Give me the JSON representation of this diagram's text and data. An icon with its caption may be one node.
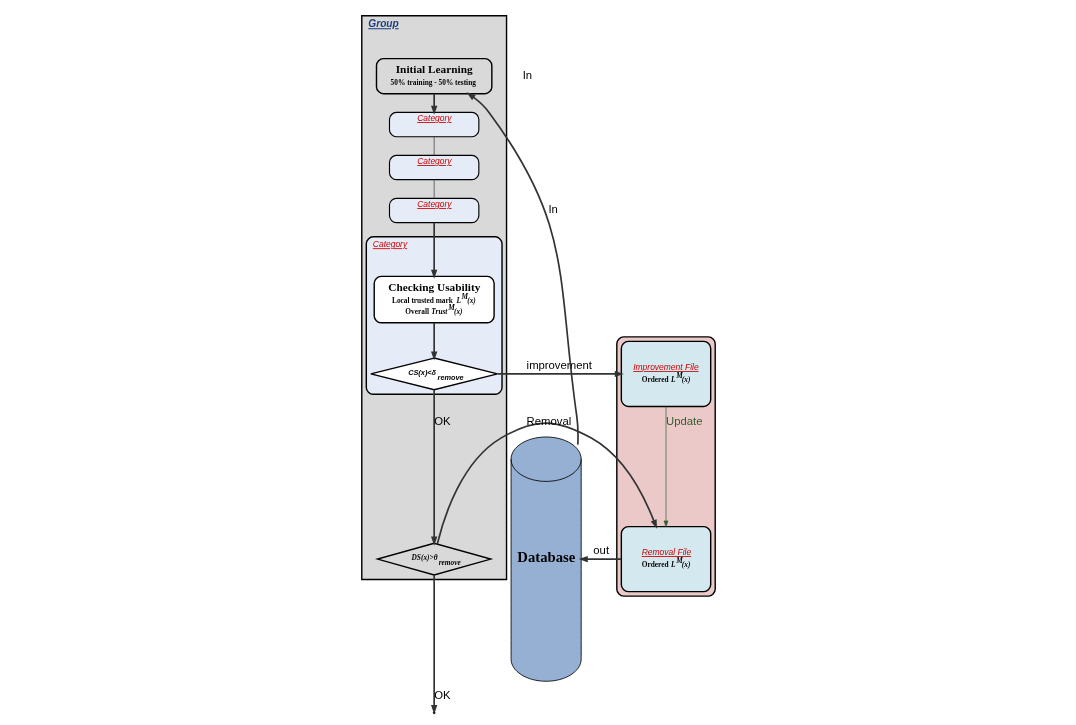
{
  "diagram": {
    "nodes": [
      {
        "text": [
          "Group"
        ]
      },
      {
        "text": [
          "Initial Learning",
          "50% training - 50% testing"
        ],
        "in": 0
      },
      {
        "text": [
          "Category"
        ],
        "in": 0
      },
      {
        "text": [
          "Category"
        ],
        "in": 0
      },
      {
        "text": [
          "Category"
        ],
        "in": 0
      },
      {
        "text": [
          "Category"
        ],
        "in": 0
      },
      {
        "text": [
          "Checking Usability",
          "Local trusted mark *L$^{M}$(x)*",
          "Overall *Trust$^{M}$(x)*"
        ],
        "in": 5
      },
      {
        "text": [
          "CS(x)<δ$_{remove}$"
        ],
        "in": 5
      },
      {
        "text": [
          "DS(x)>θ$_{remove}$"
        ],
        "in": 0
      },
      {
        "text": [],
        "shape": "box"
      },
      {
        "text": [
          "Improvement File",
          "Ordered *L$^{M}$(x)*"
        ],
        "in": 9
      },
      {
        "text": [
          "Removal File",
          "Ordered *L$^{M}$(x)*"
        ],
        "in": 9
      },
      {
        "text": [
          "Database"
        ]
      }
    ],
    "edges": [
      {
        "from": 12,
        "to": 1,
        "arrow": "to",
        "label": "In"
      },
      {
        "from": 1,
        "to": 2,
        "arrow": "to"
      },
      {
        "from": 2,
        "to": 3,
        "arrow": "none"
      },
      {
        "from": 3,
        "to": 4,
        "arrow": "none"
      },
      {
        "from": 4,
        "to": 6,
        "arrow": "to"
      },
      {
        "from": 6,
        "to": 7,
        "arrow": "to"
      },
      {
        "from": 7,
        "to": 8,
        "arrow": "to",
        "label": "OK"
      },
      {
        "from": 7,
        "to": 10,
        "arrow": "to",
        "label": "improvement"
      },
      {
        "from": 10,
        "to": 11,
        "arrow": "to",
        "label": "Update",
        "color": "#2e5e2e"
      },
      {
        "from": 8,
        "to": 11,
        "arrow": "to",
        "label": "Removal"
      },
      {
        "from": 8,
        "to": null,
        "arrow": "to",
        "label": "OK"
      },
      {
        "from": 11,
        "to": 12,
        "arrow": "to",
        "label": "out"
      }
    ],
    "labels": [
      "In"
    ]
  }
}
